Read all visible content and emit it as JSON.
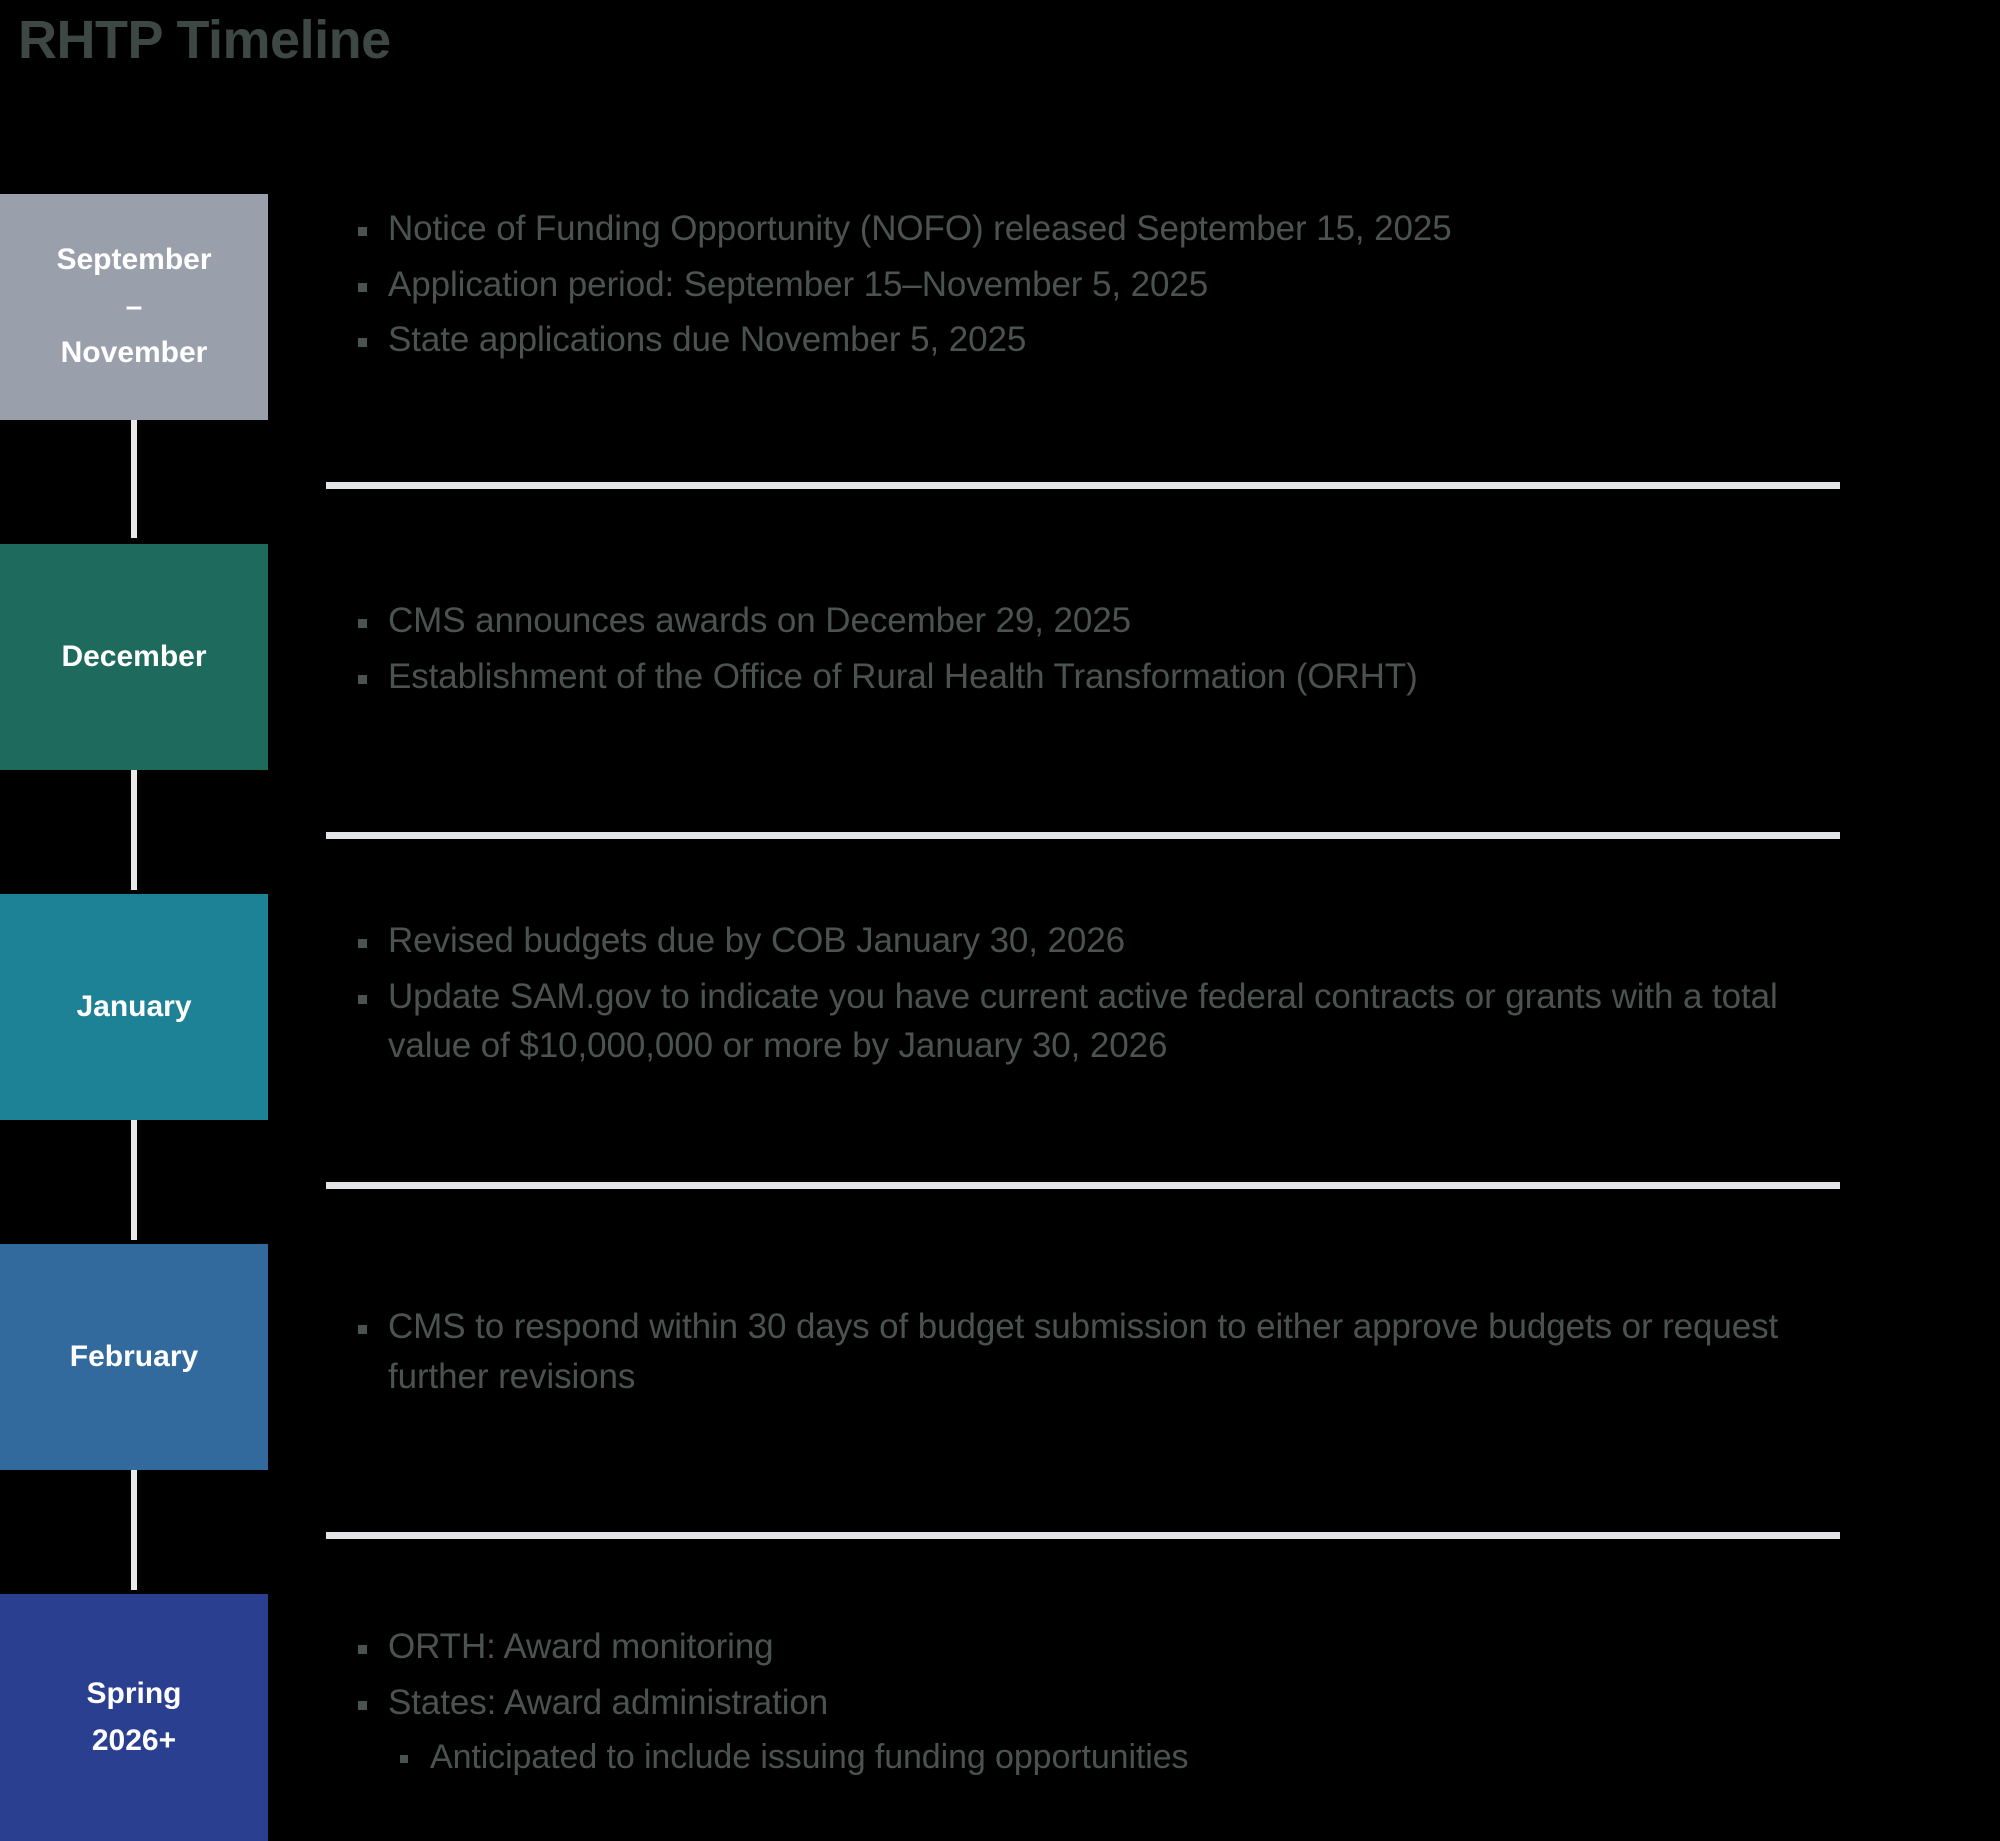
{
  "title": "RHTP Timeline",
  "colors": {
    "background": "#000000",
    "title_text": "#3d4744",
    "body_text": "#4b5350",
    "rail": "#e8e8ea",
    "divider": "#e3e4e6",
    "september_november": "#9aa0ab",
    "december": "#1e6b5d",
    "january": "#1e8296",
    "february": "#336a9e",
    "spring": "#2a3f8f"
  },
  "timeline": [
    {
      "id": "september-november",
      "label_lines": [
        "September",
        "–",
        "November"
      ],
      "color": "#9aa0ab",
      "bullets": [
        {
          "text": "Notice of Funding Opportunity (NOFO) released September 15, 2025",
          "sub": false
        },
        {
          "text": "Application period: September 15–November 5, 2025",
          "sub": false
        },
        {
          "text": "State applications due November 5, 2025",
          "sub": false
        }
      ]
    },
    {
      "id": "december",
      "label_lines": [
        "December"
      ],
      "color": "#1e6b5d",
      "bullets": [
        {
          "text": "CMS announces awards on December 29, 2025",
          "sub": false
        },
        {
          "text": "Establishment of the Office of Rural Health Transformation (ORHT)",
          "sub": false
        }
      ]
    },
    {
      "id": "january",
      "label_lines": [
        "January"
      ],
      "color": "#1e8296",
      "bullets": [
        {
          "text": "Revised budgets due by COB January 30, 2026",
          "sub": false
        },
        {
          "text": "Update SAM.gov to indicate you have current active federal contracts or grants with a total value of $10,000,000 or more by January 30, 2026",
          "sub": false
        }
      ]
    },
    {
      "id": "february",
      "label_lines": [
        "February"
      ],
      "color": "#336a9e",
      "bullets": [
        {
          "text": "CMS to respond within 30 days of budget submission to either approve budgets or request further revisions",
          "sub": false
        }
      ]
    },
    {
      "id": "spring-2026",
      "label_lines": [
        "Spring",
        "2026+"
      ],
      "color": "#2a3f8f",
      "bullets": [
        {
          "text": "ORTH: Award monitoring",
          "sub": false
        },
        {
          "text": "States: Award administration",
          "sub": false
        },
        {
          "text": "Anticipated to include issuing funding opportunities",
          "sub": true
        }
      ]
    }
  ]
}
